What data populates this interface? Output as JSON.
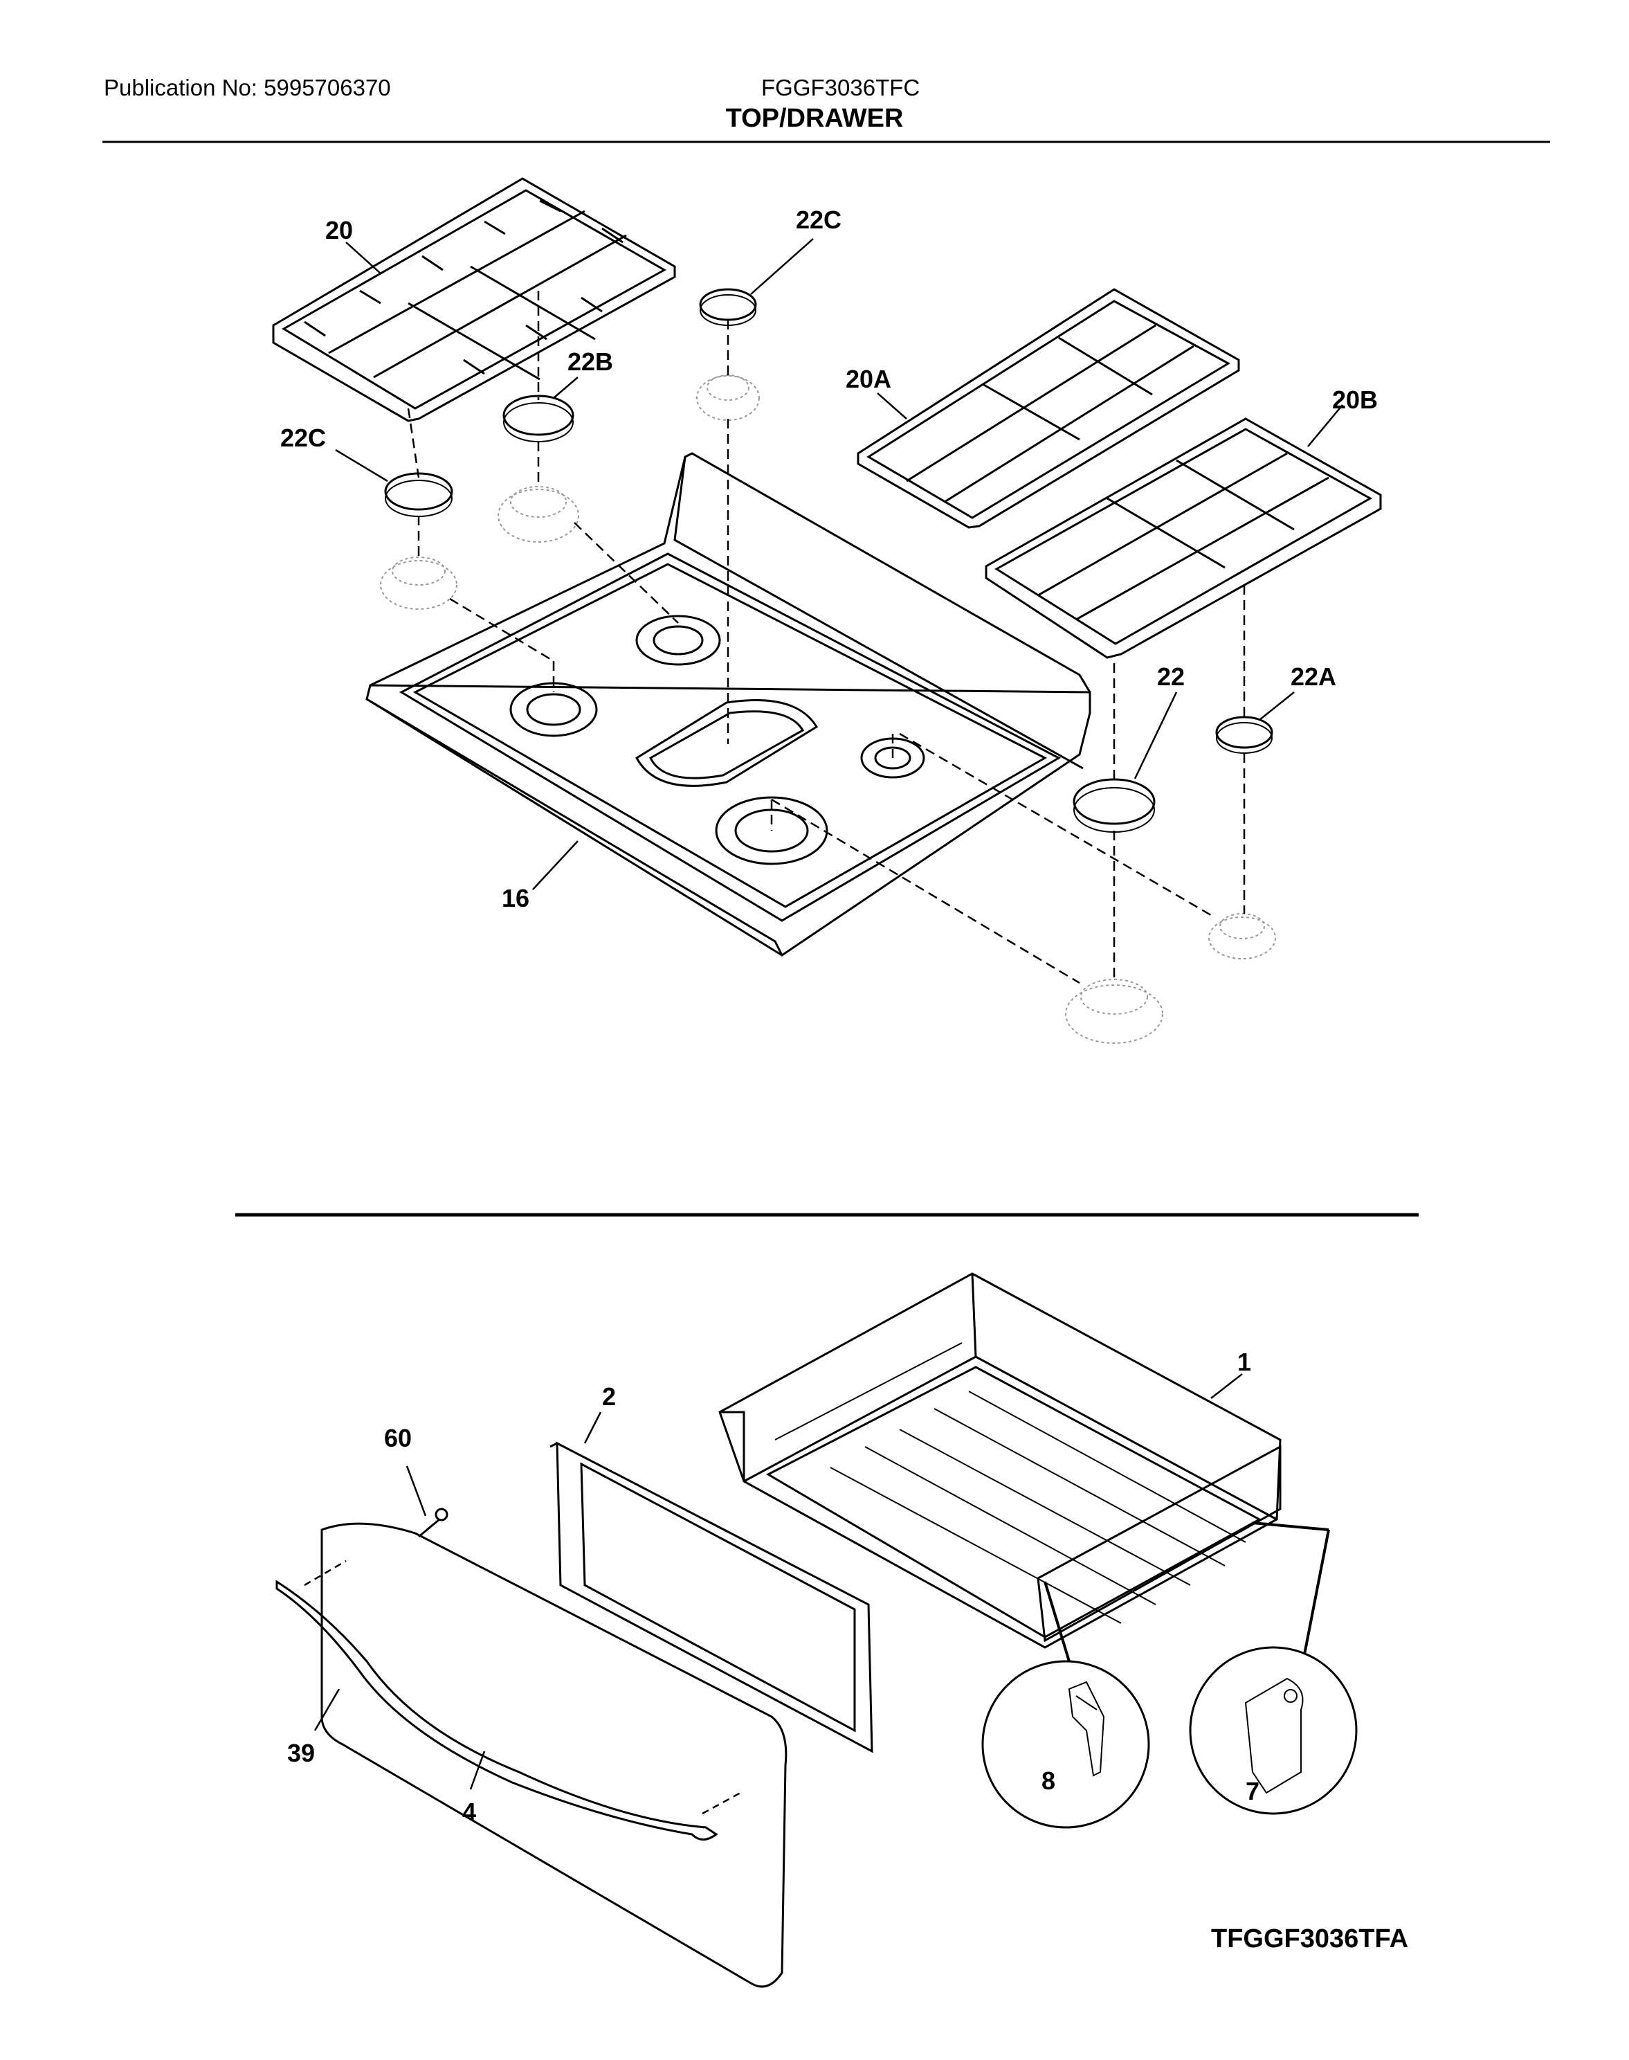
{
  "header": {
    "publication": "Publication No: 5995706370",
    "model": "FGGF3036TFC",
    "section_title": "TOP/DRAWER"
  },
  "callouts": {
    "grate_left": "20",
    "grate_mid": "20A",
    "grate_right": "20B",
    "cap_22c_top": "22C",
    "cap_22b": "22B",
    "cap_22c_left": "22C",
    "cap_22": "22",
    "cap_22a": "22A",
    "cooktop": "16",
    "drawer_body": "1",
    "drawer_liner": "2",
    "screw": "60",
    "handle": "39",
    "drawer_front": "4",
    "slide_clip": "8",
    "bracket": "7"
  },
  "footer": {
    "diagram_code": "TFGGF3036TFA"
  }
}
